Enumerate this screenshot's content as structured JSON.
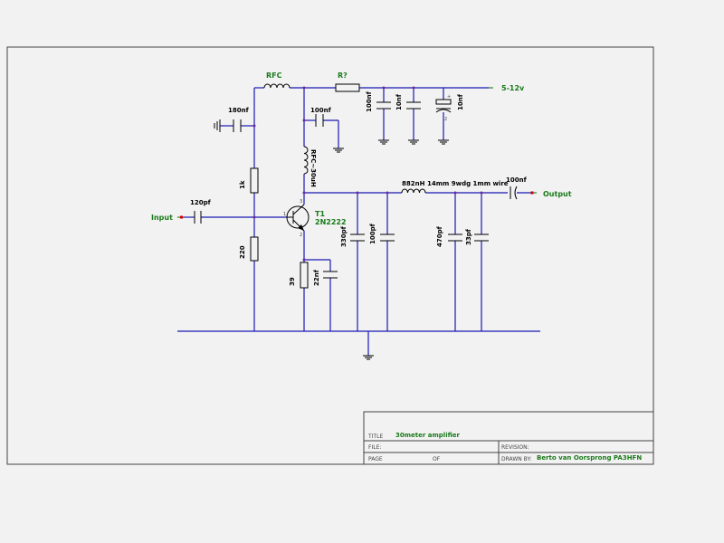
{
  "labels": {
    "rfc_top": "RFC",
    "r_supply": "R?",
    "supply": "5-12v",
    "c_180nf": "180nf",
    "c_100nf_top": "100nf",
    "c_100nf_decoup": "100nf",
    "c_10nf": "10nf",
    "c_10uf": "10nf",
    "rfc_collector": "RFC~30uH",
    "r_1k": "1k",
    "r_220": "220",
    "r_39": "39",
    "c_22nf": "22nf",
    "c_120pf": "120pf",
    "input": "Input",
    "transistor_ref": "T1",
    "transistor_part": "2N2222",
    "c_330pf": "330pf",
    "c_100pf": "100pf",
    "inductor": "882nH",
    "winding": "14mm 9wdg 1mm wire",
    "c_470pf": "470pf",
    "c_33pf": "33pf",
    "c_100nf_out": "100nf",
    "output": "Output",
    "pin_c": "3",
    "pin_b": "1",
    "pin_e": "2",
    "cap_plus": "+",
    "cap_pin": "2"
  },
  "title_block": {
    "title_label": "TITLE",
    "title_value": "30meter amplifier",
    "file_label": "FILE:",
    "revision_label": "REVISION:",
    "page_label": "PAGE",
    "of_label": "OF",
    "drawn_by_label": "DRAWN BY:",
    "drawn_by_value": "Berto van Oorsprong PA3HFN"
  }
}
